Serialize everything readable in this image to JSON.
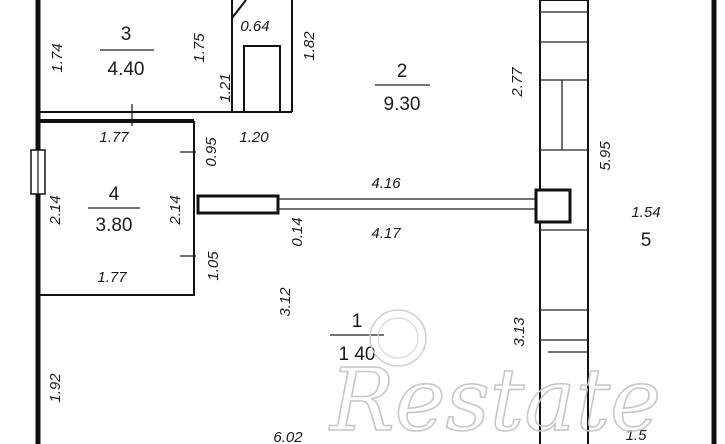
{
  "rooms": [
    {
      "id": "1",
      "number": "1",
      "area": "1 40"
    },
    {
      "id": "2",
      "number": "2",
      "area": "9.30"
    },
    {
      "id": "3",
      "number": "3",
      "area": "4.40"
    },
    {
      "id": "4",
      "number": "4",
      "area": "3.80"
    },
    {
      "id": "5",
      "number": "5",
      "area": ""
    }
  ],
  "dimensions": {
    "d174": "1.74",
    "d175": "1.75",
    "d064": "0.64",
    "d182": "1.82",
    "d121": "1.21",
    "d177a": "1.77",
    "d095": "0.95",
    "d120": "1.20",
    "d277": "2.77",
    "d595": "5.95",
    "d416": "4.16",
    "d214a": "2.14",
    "d214b": "2.14",
    "d014": "0.14",
    "d417": "4.17",
    "d154": "1.54",
    "d105": "1.05",
    "d177b": "1.77",
    "d312": "3.12",
    "d313": "3.13",
    "d192": "1.92",
    "d602": "6.02",
    "dpartial": "1.5"
  },
  "watermark": {
    "text": "Restate"
  }
}
